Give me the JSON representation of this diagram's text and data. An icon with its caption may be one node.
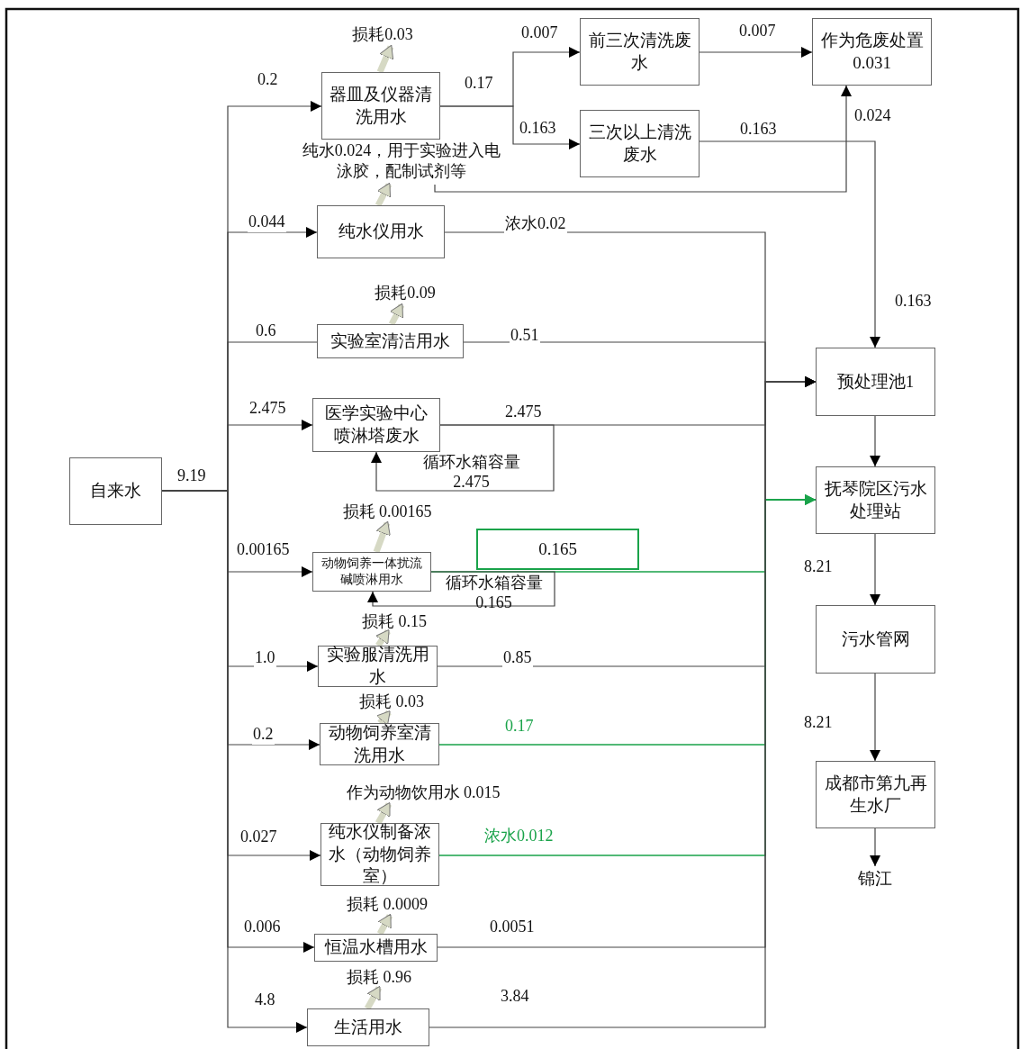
{
  "diagram": {
    "nodes": [
      {
        "text": [
          "自来水"
        ]
      },
      {
        "text": [
          "器皿及仪器清洗用水"
        ]
      },
      {
        "text": [
          "前三次清洗废水"
        ]
      },
      {
        "text": [
          "三次以上清洗废水"
        ]
      },
      {
        "text": [
          "作为危废处置0.031"
        ]
      },
      {
        "text": [
          "纯水仪用水"
        ]
      },
      {
        "text": [
          "实验室清洁用水"
        ]
      },
      {
        "text": [
          "医学实验中心喷淋塔废水"
        ]
      },
      {
        "text": [
          "动物饲养一体扰流碱喷淋用水"
        ]
      },
      {
        "text": [
          "0.165"
        ]
      },
      {
        "text": [
          "实验服清洗用水"
        ]
      },
      {
        "text": [
          "动物饲养室清洗用水"
        ]
      },
      {
        "text": [
          "纯水仪制备浓水（动物饲养室）"
        ]
      },
      {
        "text": [
          "恒温水槽用水"
        ]
      },
      {
        "text": [
          "生活用水"
        ]
      },
      {
        "text": [
          "预处理池1"
        ]
      },
      {
        "text": [
          "抚琴院区污水处理站"
        ]
      },
      {
        "text": [
          "污水管网"
        ]
      },
      {
        "text": [
          "成都市第九再生水厂"
        ]
      },
      {
        "text": [
          "锦江"
        ]
      },
      {
        "text": [
          "损耗0.03"
        ]
      },
      {
        "text": [
          "纯水0.024，用于实验进入电泳胶，配制试剂等"
        ]
      },
      {
        "text": [
          "损耗0.09"
        ]
      },
      {
        "text": [
          "损耗 0.00165"
        ]
      },
      {
        "text": [
          "损耗 0.15"
        ]
      },
      {
        "text": [
          "损耗 0.03"
        ]
      },
      {
        "text": [
          "作为动物饮用水 0.015"
        ]
      },
      {
        "text": [
          "损耗 0.0009"
        ]
      },
      {
        "text": [
          "损耗 0.96"
        ]
      }
    ],
    "edges": [
      {
        "from": 0,
        "to": 1,
        "arrow": "to",
        "label": "0.2"
      },
      {
        "from": 0,
        "to": 5,
        "arrow": "to",
        "label": "0.044"
      },
      {
        "from": 0,
        "to": 6,
        "arrow": "none",
        "label": "0.6"
      },
      {
        "from": 0,
        "to": 7,
        "arrow": "to",
        "label": "2.475"
      },
      {
        "from": 0,
        "to": 8,
        "arrow": "to",
        "label": "0.00165"
      },
      {
        "from": 0,
        "to": 10,
        "arrow": "to",
        "label": "1.0"
      },
      {
        "from": 0,
        "to": 11,
        "arrow": "to",
        "label": "0.2"
      },
      {
        "from": 0,
        "to": 12,
        "arrow": "to",
        "label": "0.027"
      },
      {
        "from": 0,
        "to": 13,
        "arrow": "to",
        "label": "0.006"
      },
      {
        "from": 0,
        "to": 14,
        "arrow": "to",
        "label": "4.8"
      },
      {
        "from": 1,
        "to": 2,
        "arrow": "to",
        "label": "0.007"
      },
      {
        "from": 1,
        "to": 3,
        "arrow": "to",
        "label": "0.163"
      },
      {
        "from": 2,
        "to": 4,
        "arrow": "to",
        "label": "0.007"
      },
      {
        "from": 3,
        "to": 15,
        "arrow": "to",
        "label": "0.163"
      },
      {
        "from": 21,
        "to": 4,
        "arrow": "to",
        "label": "0.024"
      },
      {
        "from": 5,
        "to": 15,
        "arrow": "to",
        "label": "浓水0.02"
      },
      {
        "from": 6,
        "to": 15,
        "arrow": "to",
        "label": "0.51"
      },
      {
        "from": 7,
        "to": 15,
        "arrow": "to",
        "label": "2.475"
      },
      {
        "from": 7,
        "to": 7,
        "arrow": "to",
        "label": "循环水箱容量 2.475"
      },
      {
        "from": 8,
        "to": 16,
        "arrow": "to",
        "color": "#1aa34a"
      },
      {
        "from": 8,
        "to": 8,
        "arrow": "to",
        "label": "循环水箱容量 0.165"
      },
      {
        "from": 10,
        "to": 15,
        "arrow": "to",
        "label": "0.85"
      },
      {
        "from": 11,
        "to": 16,
        "arrow": "to",
        "label": "0.17",
        "color": "#1aa34a"
      },
      {
        "from": 12,
        "to": 16,
        "arrow": "to",
        "label": "浓水0.012",
        "color": "#1aa34a"
      },
      {
        "from": 13,
        "to": 15,
        "arrow": "to",
        "label": "0.0051"
      },
      {
        "from": 14,
        "to": 15,
        "arrow": "to",
        "label": "3.84"
      },
      {
        "from": 15,
        "to": 16,
        "arrow": "to"
      },
      {
        "from": 16,
        "to": 17,
        "arrow": "to",
        "label": "8.21"
      },
      {
        "from": 17,
        "to": 18,
        "arrow": "to",
        "label": "8.21"
      },
      {
        "from": 18,
        "to": 19,
        "arrow": "to"
      },
      {
        "from": 1,
        "to": 20,
        "arrow": "to",
        "style": "thick",
        "color": "#d6d9c4"
      },
      {
        "from": 5,
        "to": 21,
        "arrow": "to",
        "style": "thick",
        "color": "#d6d9c4"
      },
      {
        "from": 6,
        "to": 22,
        "arrow": "to",
        "style": "thick",
        "color": "#d6d9c4"
      },
      {
        "from": 8,
        "to": 23,
        "arrow": "to",
        "style": "thick",
        "color": "#d6d9c4"
      },
      {
        "from": 10,
        "to": 24,
        "arrow": "to",
        "style": "thick",
        "color": "#d6d9c4"
      },
      {
        "from": 11,
        "to": 25,
        "arrow": "to",
        "style": "thick",
        "color": "#d6d9c4"
      },
      {
        "from": 12,
        "to": 26,
        "arrow": "to",
        "style": "thick",
        "color": "#d6d9c4"
      },
      {
        "from": 13,
        "to": 27,
        "arrow": "to",
        "style": "thick",
        "color": "#d6d9c4"
      },
      {
        "from": 14,
        "to": 28,
        "arrow": "to",
        "style": "thick",
        "color": "#d6d9c4"
      }
    ],
    "labels": [
      "9.19",
      "0.17",
      "0.163"
    ]
  }
}
